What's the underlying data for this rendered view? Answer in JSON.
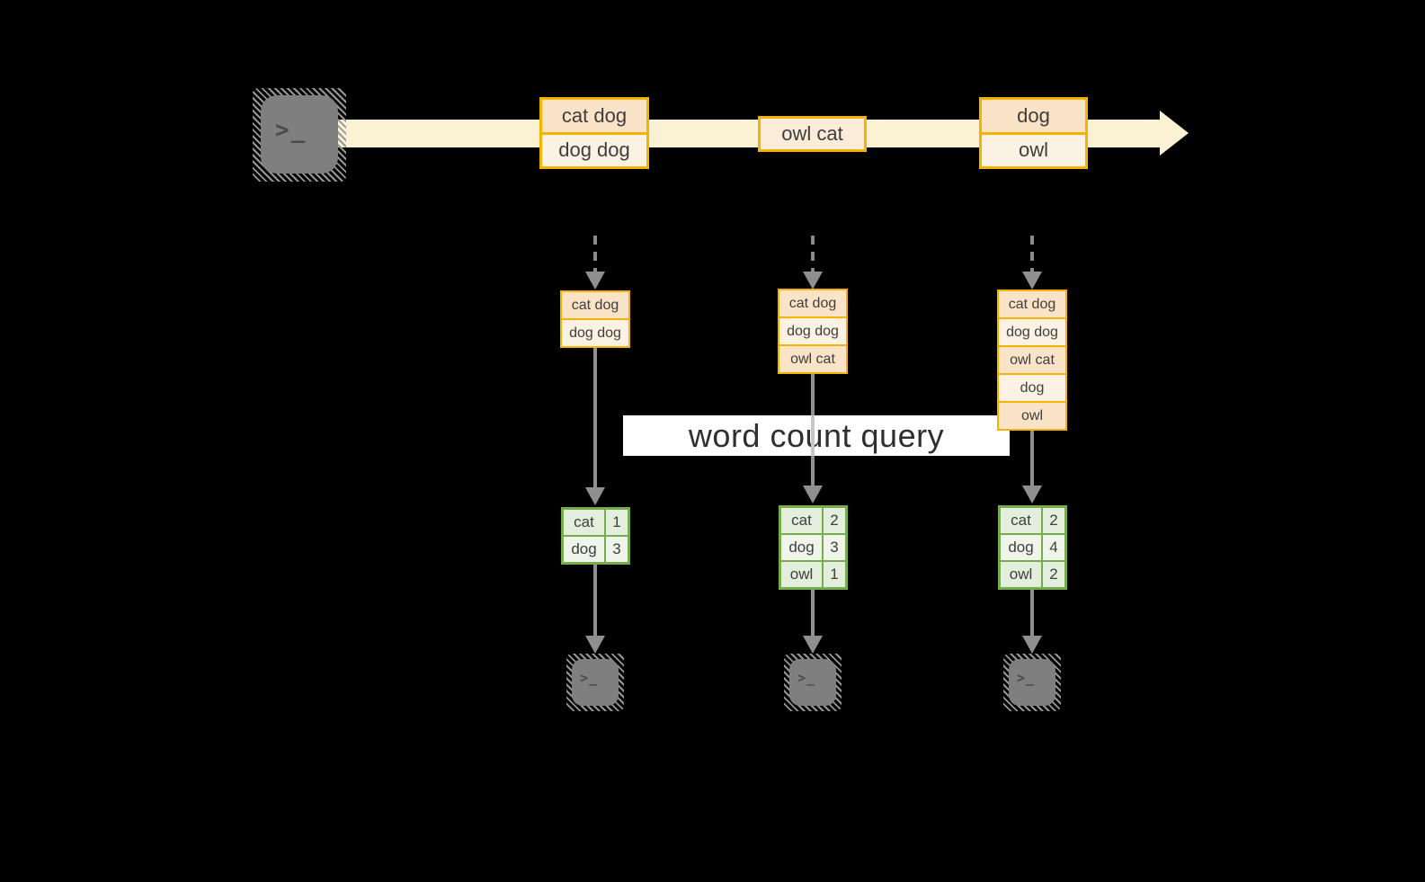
{
  "banner": {
    "label": "word count query"
  },
  "icons": {
    "terminal_glyph": ">_"
  },
  "stream": {
    "events": [
      {
        "lines": [
          "cat dog",
          "dog dog"
        ]
      },
      {
        "lines": [
          "owl cat"
        ]
      },
      {
        "lines": [
          "dog",
          "owl"
        ]
      }
    ]
  },
  "columns": [
    {
      "buffer": [
        "cat dog",
        "dog dog"
      ],
      "counts": [
        {
          "word": "cat",
          "count": "1"
        },
        {
          "word": "dog",
          "count": "3"
        }
      ]
    },
    {
      "buffer": [
        "cat dog",
        "dog dog",
        "owl cat"
      ],
      "counts": [
        {
          "word": "cat",
          "count": "2"
        },
        {
          "word": "dog",
          "count": "3"
        },
        {
          "word": "owl",
          "count": "1"
        }
      ]
    },
    {
      "buffer": [
        "cat dog",
        "dog dog",
        "owl cat",
        "dog",
        "owl"
      ],
      "counts": [
        {
          "word": "cat",
          "count": "2"
        },
        {
          "word": "dog",
          "count": "4"
        },
        {
          "word": "owl",
          "count": "2"
        }
      ]
    }
  ],
  "colors": {
    "background": "#000000",
    "stream_fill": "#FBF1D3",
    "event_border": "#F5B301",
    "event_fill_peach": "#FAE3C6",
    "event_fill_cream": "#FCF2E3",
    "table_border_green": "#77AC4E",
    "table_fill_a": "#E4EEDD",
    "table_fill_b": "#EFF5EB",
    "arrow_gray": "#8F8F8F",
    "banner_bg": "#FFFFFF",
    "text_dark": "#3E3E3E"
  }
}
